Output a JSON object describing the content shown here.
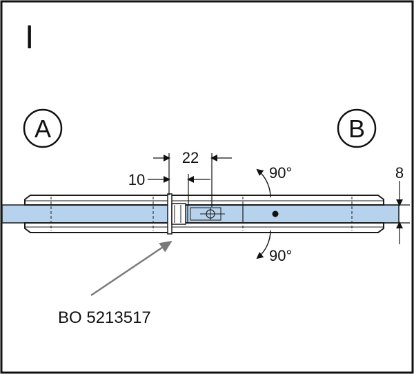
{
  "panel_label": "I",
  "side_a": "A",
  "side_b": "B",
  "dimensions": {
    "gap": "10",
    "width": "22",
    "thickness": "8"
  },
  "rotation": {
    "up": "90°",
    "down": "90°"
  },
  "part_number": "BO 5213517",
  "colors": {
    "glass": "#b6d2ec",
    "line": "#1a1a1a",
    "arrow_gray": "#7a7a7a"
  }
}
